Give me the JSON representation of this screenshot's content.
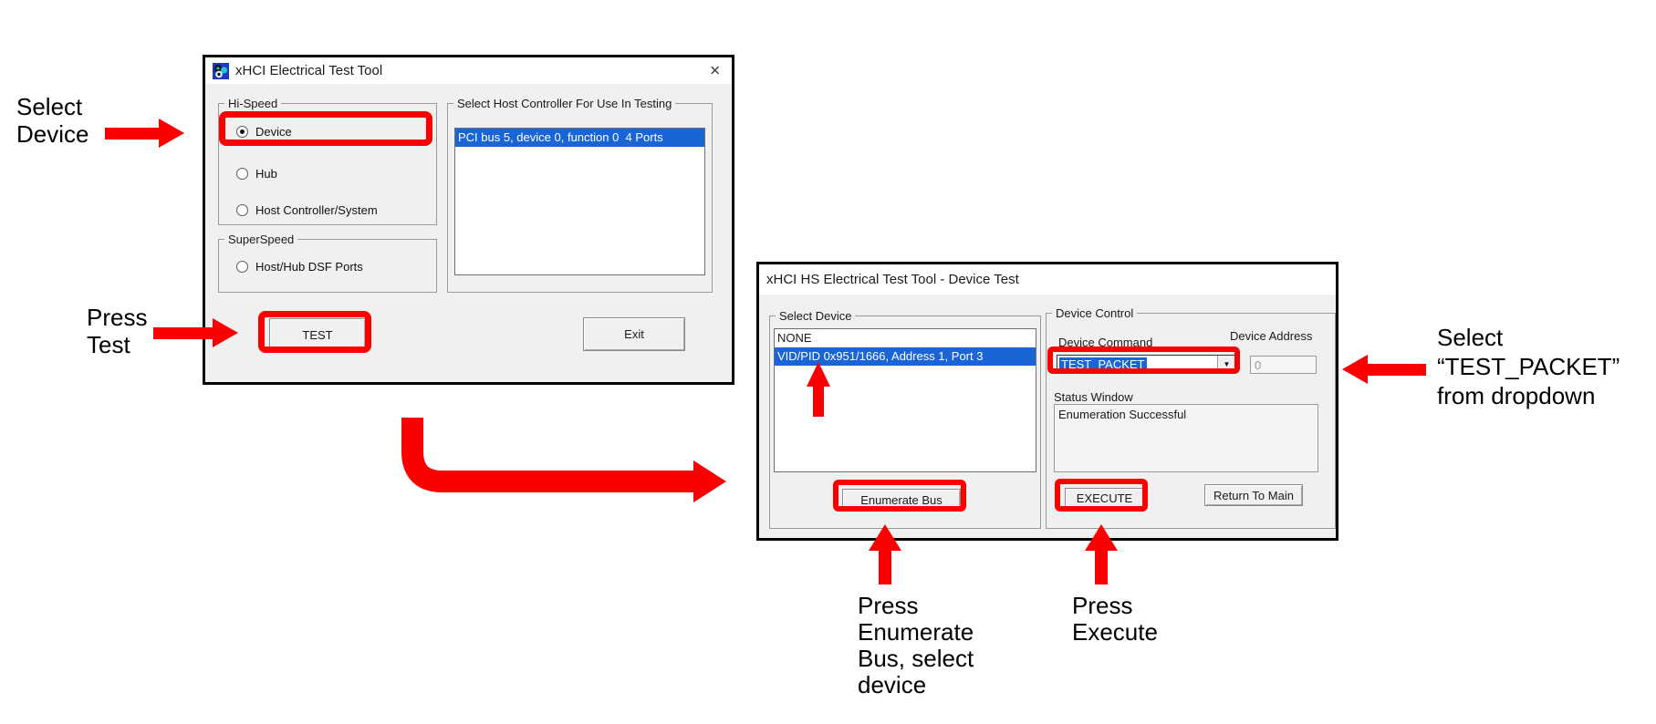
{
  "colors": {
    "annotation_red": "#fa0000",
    "selection_blue": "#1a65d6",
    "dialog_background": "#f0f0f0",
    "titlebar_background": "#ffffff"
  },
  "icons": {
    "close": "✕",
    "dropdown_arrow": "▼",
    "app_icon": "gears"
  },
  "annotations": {
    "select_device": [
      "Select",
      "Device"
    ],
    "press_test": [
      "Press",
      "Test"
    ],
    "press_enumerate": [
      "Press",
      "Enumerate",
      "Bus, select",
      "device"
    ],
    "press_execute": [
      "Press",
      "Execute"
    ],
    "select_test_packet": [
      "Select",
      "“TEST_PACKET”",
      "from dropdown"
    ]
  },
  "dialog1": {
    "title": "xHCI Electrical Test Tool",
    "hi_speed": {
      "label": "Hi-Speed",
      "options": [
        {
          "label": "Device",
          "selected": true
        },
        {
          "label": "Hub",
          "selected": false
        },
        {
          "label": "Host Controller/System",
          "selected": false
        }
      ]
    },
    "super_speed": {
      "label": "SuperSpeed",
      "options": [
        {
          "label": "Host/Hub DSF Ports",
          "selected": false
        }
      ]
    },
    "host_controller": {
      "label": "Select Host Controller For Use In Testing",
      "items": [
        "PCI bus 5, device 0, function 0  4 Ports"
      ],
      "selected_index": 0
    },
    "test_button": "TEST",
    "exit_button": "Exit"
  },
  "dialog2": {
    "title": "xHCI HS Electrical Test Tool - Device Test",
    "select_device": {
      "label": "Select Device",
      "items": [
        "NONE",
        "VID/PID 0x951/1666, Address 1, Port 3"
      ],
      "selected_index": 1,
      "enumerate_button": "Enumerate Bus"
    },
    "device_control": {
      "label": "Device Control",
      "device_command_label": "Device Command",
      "device_command_value": "TEST_PACKET",
      "device_address_label": "Device Address",
      "device_address_value": "0",
      "status_label": "Status Window",
      "status_text": "Enumeration Successful",
      "execute_button": "EXECUTE",
      "return_button": "Return To Main"
    }
  }
}
